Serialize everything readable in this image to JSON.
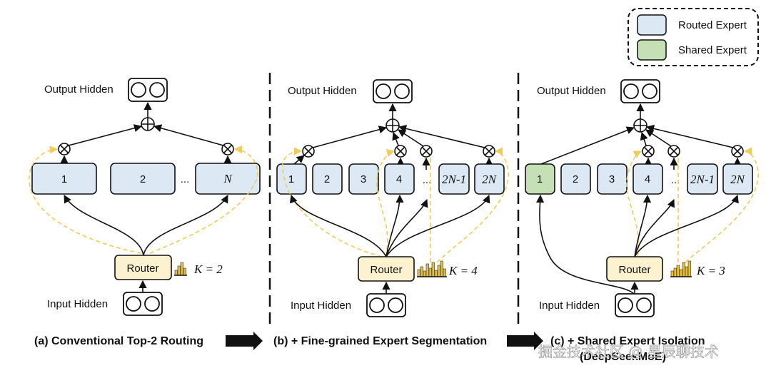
{
  "legend": {
    "routed": "Routed Expert",
    "shared": "Shared Expert"
  },
  "labels": {
    "output_hidden": "Output Hidden",
    "input_hidden": "Input Hidden",
    "router": "Router",
    "ellipsis": "..."
  },
  "panel_a": {
    "experts": [
      "1",
      "2",
      "N"
    ],
    "k_label": "K = 2",
    "caption": "(a) Conventional Top-2 Routing"
  },
  "panel_b": {
    "experts": [
      "1",
      "2",
      "3",
      "4",
      "2N-1",
      "2N"
    ],
    "k_label": "K = 4",
    "caption": "(b) + Fine-grained Expert Segmentation"
  },
  "panel_c": {
    "experts": [
      "1",
      "2",
      "3",
      "4",
      "2N-1",
      "2N"
    ],
    "k_label": "K = 3",
    "caption": "(c) + Shared Expert Isolation",
    "caption2": "(DeepSeekMoE)"
  },
  "watermark": "掘金技术社区 @ 星辰聊技术",
  "colors": {
    "routed": "#dce9f5",
    "shared": "#c5e0b4",
    "router": "#fdf2cf",
    "dashed": "#f0cc58",
    "bars": "#e8bf3a"
  }
}
